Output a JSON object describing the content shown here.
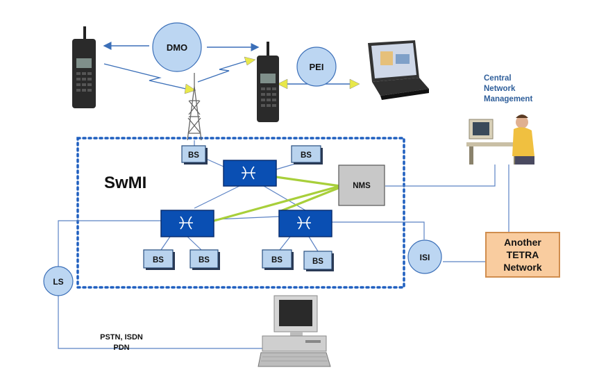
{
  "nodes": {
    "dmo": "DMO",
    "pei": "PEI",
    "central_mgmt": [
      "Central",
      "Network",
      "Management"
    ],
    "swmi": "SwMI",
    "nms": "NMS",
    "bs": "BS",
    "ls": "LS",
    "isi": "ISI",
    "another_tetra": [
      "Another",
      "TETRA",
      "Network"
    ],
    "pstn": [
      "PSTN, ISDN",
      "PDN"
    ]
  },
  "colors": {
    "switch_fill": "#0a4fb3",
    "bs_fill": "#b9d3ee",
    "circle_fill": "#bcd6f2",
    "nms_fill": "#c8c8c8",
    "tetra_fill": "#f9cc9f",
    "tetra_border": "#d08d4e",
    "green_link": "#a8cf3a",
    "line_blue": "#3b6fb8",
    "dotted_border": "#1f5fbf"
  },
  "icons": [
    "radio-handset-icon",
    "antenna-tower-icon",
    "laptop-icon",
    "operator-workstation-icon",
    "desktop-computer-icon",
    "switch-icon"
  ]
}
